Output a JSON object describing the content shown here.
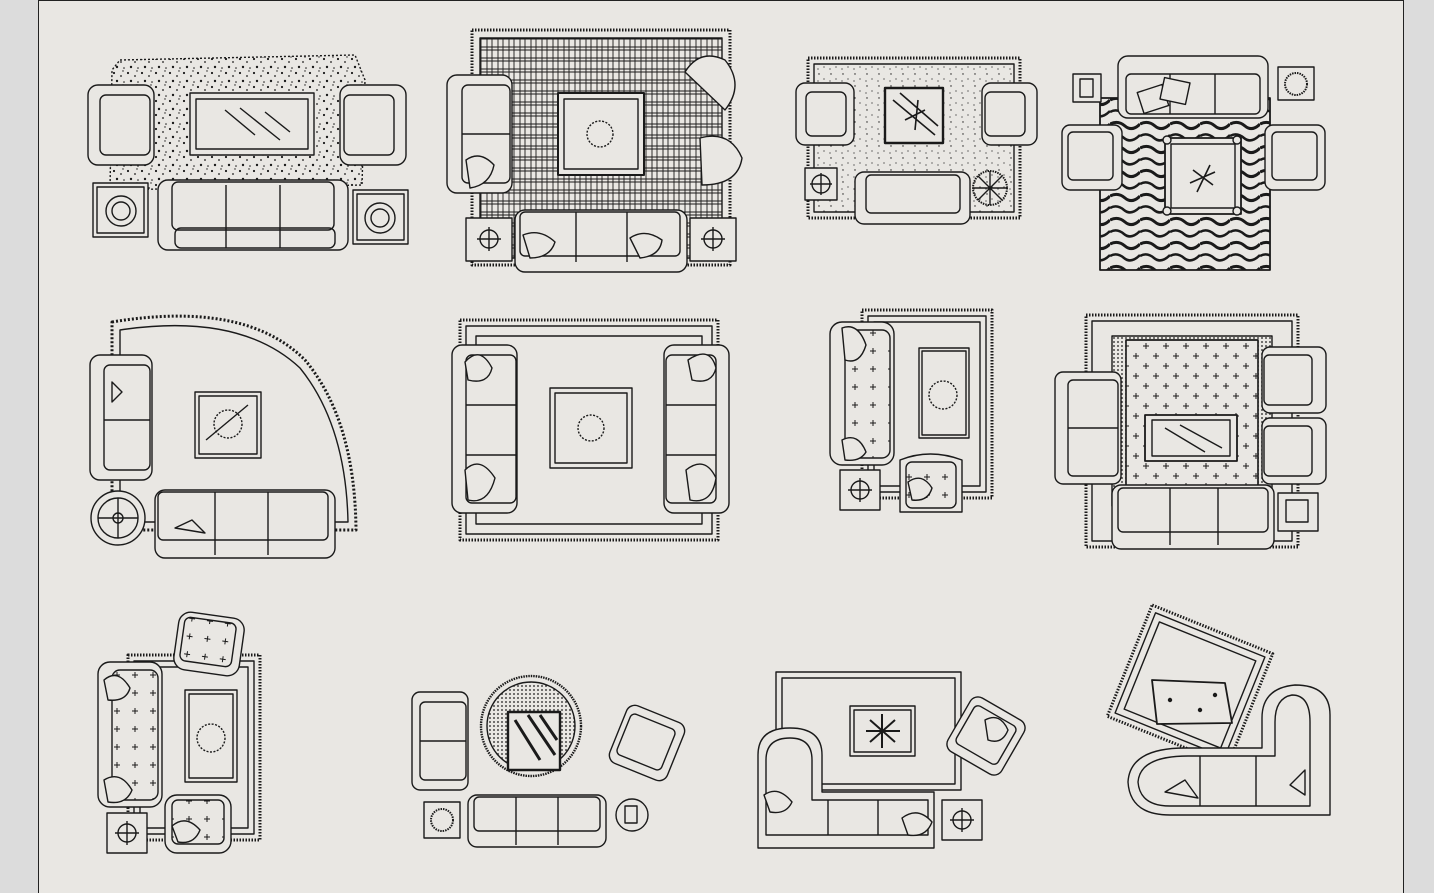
{
  "sheet": {
    "background": "#e9e7e3",
    "line_color": "#1a1a1a",
    "frame_color": "#222222"
  },
  "plans": [
    {
      "name": "plan-1",
      "row": 1,
      "col": 1,
      "rug": "speckled-shag",
      "table": "glass-rectangle",
      "seating": [
        "armchair-left",
        "armchair-right",
        "three-seat-sofa"
      ],
      "accents": [
        "round-side-table",
        "round-side-table"
      ]
    },
    {
      "name": "plan-2",
      "row": 1,
      "col": 2,
      "rug": "grid-fringe",
      "table": "square-with-plant",
      "seating": [
        "sofa-left",
        "three-seat-sofa",
        "half-round-chairs"
      ],
      "accents": [
        "lamp-table",
        "lamp-table"
      ]
    },
    {
      "name": "plan-3",
      "row": 1,
      "col": 3,
      "rug": "speckled-fringe",
      "table": "glass-square-star",
      "seating": [
        "armchair-left",
        "armchair-right",
        "loveseat"
      ],
      "accents": [
        "square-side-table",
        "plant"
      ]
    },
    {
      "name": "plan-4",
      "row": 1,
      "col": 4,
      "rug": "zebra",
      "table": "square-with-legs",
      "seating": [
        "sofa-top",
        "armchair-left",
        "armchair-right"
      ],
      "accents": [
        "phone-table",
        "plant-table"
      ]
    },
    {
      "name": "plan-5",
      "row": 2,
      "col": 1,
      "rug": "quarter-round-fringe",
      "table": "square-with-plant",
      "seating": [
        "sofa-left",
        "sofa-bottom"
      ],
      "accents": [
        "round-lamp-table"
      ]
    },
    {
      "name": "plan-6",
      "row": 2,
      "col": 2,
      "rug": "bordered-fringe",
      "table": "square-with-plant",
      "seating": [
        "sofa-left",
        "sofa-right"
      ],
      "accents": []
    },
    {
      "name": "plan-7",
      "row": 2,
      "col": 3,
      "rug": "bordered-fringe",
      "table": "rectangle-with-plant",
      "seating": [
        "tufted-sofa-left",
        "armchair-bottom"
      ],
      "accents": [
        "lamp-table"
      ]
    },
    {
      "name": "plan-8",
      "row": 2,
      "col": 4,
      "rug": "cross-pattern",
      "table": "glass-rectangle",
      "seating": [
        "sofa-left",
        "armchairs-right",
        "sofa-bottom"
      ],
      "accents": [
        "phone-table"
      ]
    },
    {
      "name": "plan-9",
      "row": 3,
      "col": 1,
      "rug": "bordered-fringe",
      "table": "rectangle-with-plant",
      "seating": [
        "tufted-sofa-left",
        "armchair-top",
        "armchair-bottom"
      ],
      "accents": [
        "lamp-table"
      ]
    },
    {
      "name": "plan-10",
      "row": 3,
      "col": 2,
      "rug": "round-textured",
      "table": "glass-square",
      "seating": [
        "loveseat-left",
        "sofa-bottom",
        "armchair-angled"
      ],
      "accents": [
        "plant-table",
        "phone"
      ]
    },
    {
      "name": "plan-11",
      "row": 3,
      "col": 3,
      "rug": "plain-bordered",
      "table": "rectangle-with-plant",
      "seating": [
        "sectional-l",
        "armchair-angled"
      ],
      "accents": [
        "lamp-table"
      ]
    },
    {
      "name": "plan-12",
      "row": 3,
      "col": 4,
      "rug": "rotated-fringe",
      "table": "glass-rectangle",
      "seating": [
        "curved-sectional"
      ],
      "accents": []
    }
  ]
}
